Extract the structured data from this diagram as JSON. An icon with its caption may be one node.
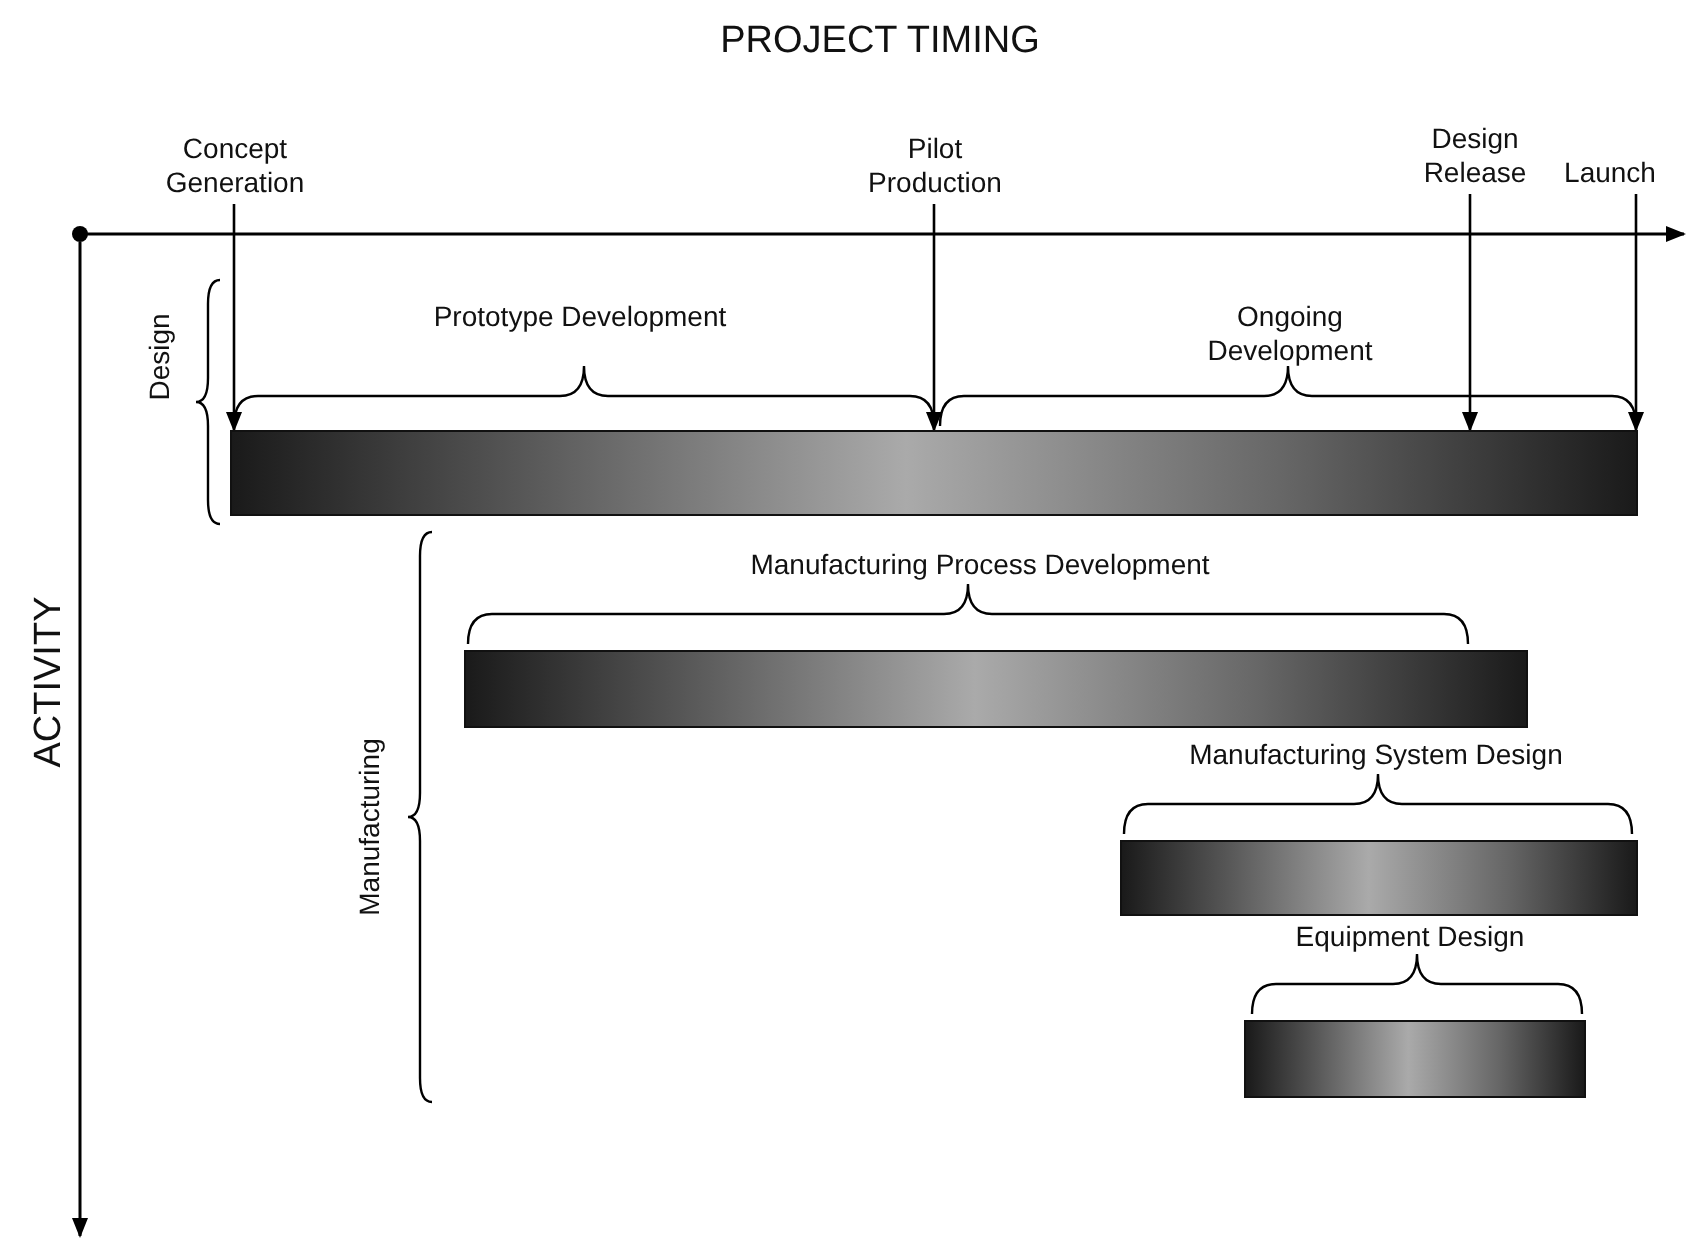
{
  "diagram": {
    "nodes": [
      {
        "text": [
          "Concept Generation"
        ]
      },
      {
        "text": [
          "Pilot Production"
        ]
      },
      {
        "text": [
          "Design Release"
        ]
      },
      {
        "text": [
          "Launch"
        ]
      },
      {
        "text": [],
        "shape": "bar"
      },
      {
        "text": [],
        "shape": "bar"
      },
      {
        "text": [],
        "shape": "bar"
      },
      {
        "text": [],
        "shape": "bar"
      }
    ],
    "edges": [
      {
        "from": 0,
        "to": 4,
        "arrow": "to"
      },
      {
        "from": 1,
        "to": 4,
        "arrow": "to"
      },
      {
        "from": 2,
        "to": 4,
        "arrow": "to"
      },
      {
        "from": 3,
        "to": 4,
        "arrow": "to"
      }
    ],
    "labels": [
      "PROJECT TIMING",
      "ACTIVITY",
      "Design",
      "Prototype Development",
      "Ongoing Development",
      "Manufacturing",
      "Manufacturing Process Development",
      "Manufacturing System Design",
      "Equipment Design"
    ]
  }
}
